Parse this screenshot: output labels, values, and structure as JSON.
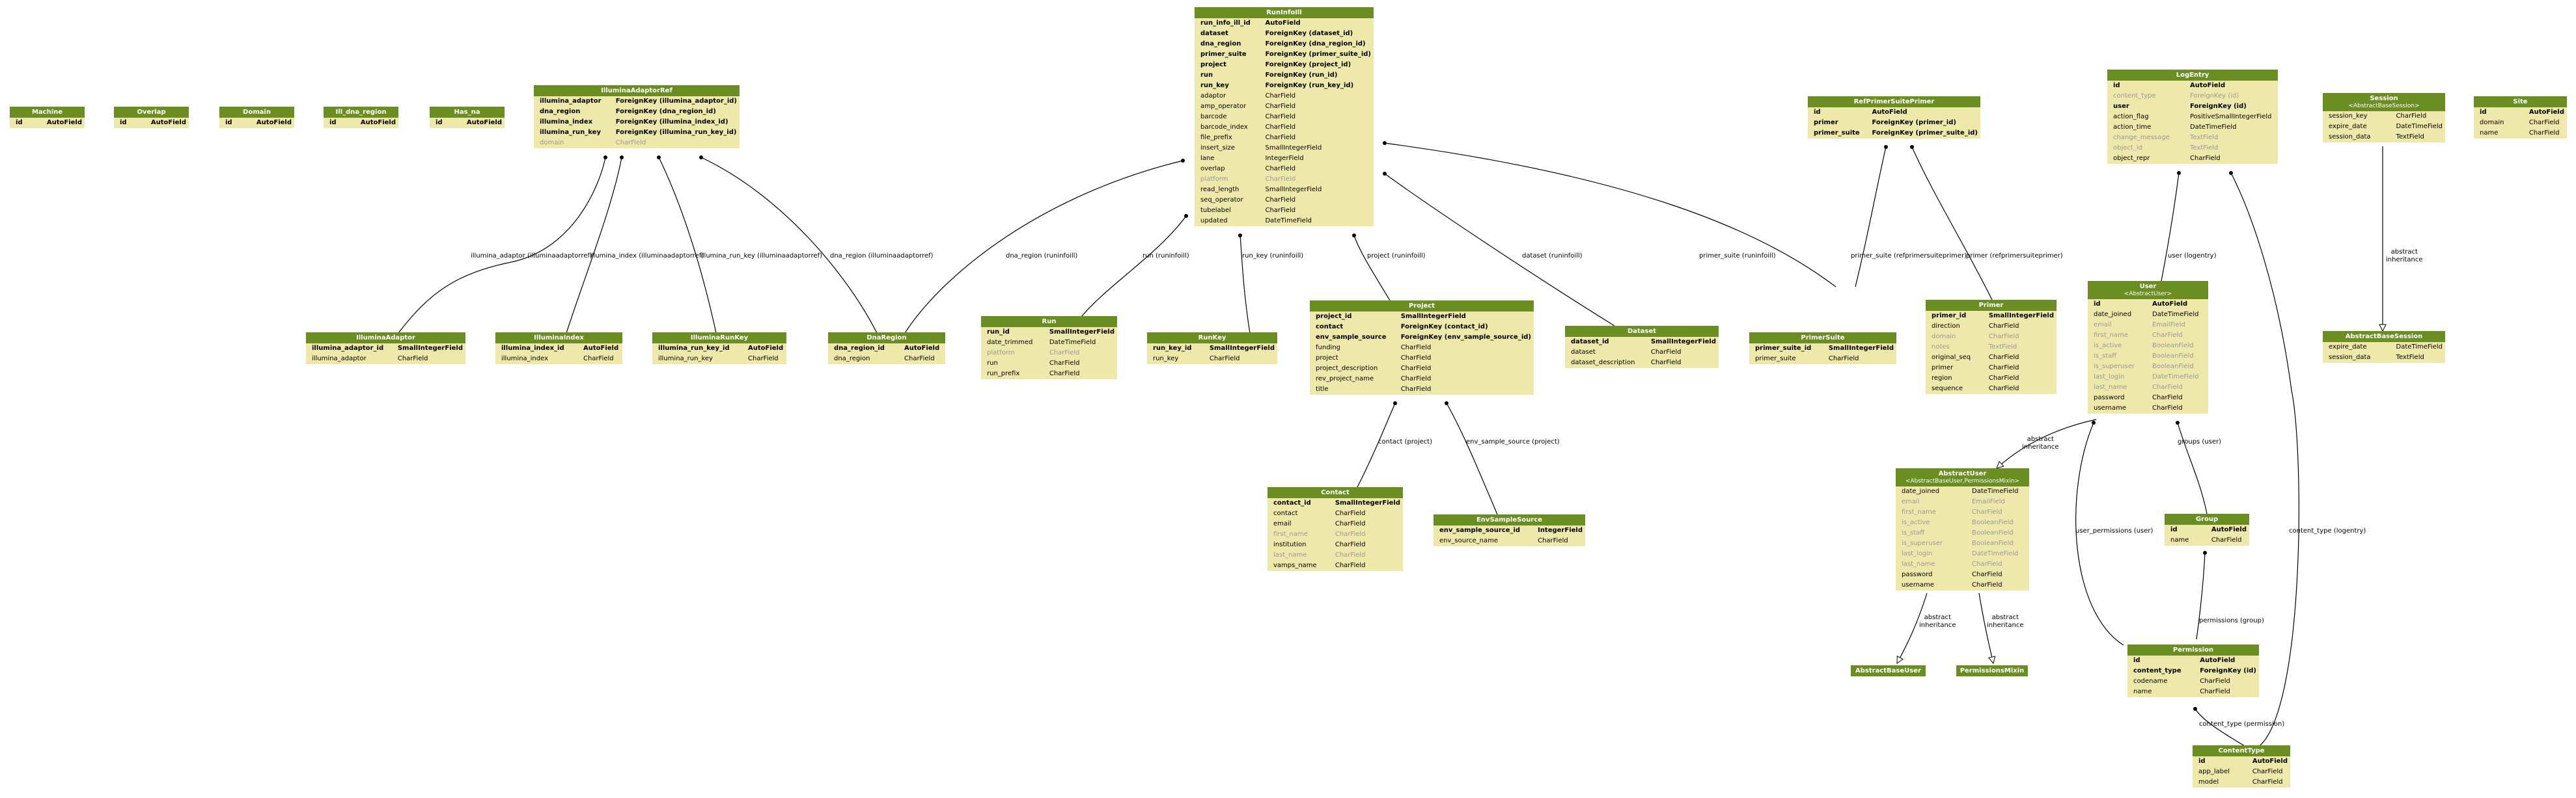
{
  "diagram": {
    "entities": [
      {
        "id": "machine",
        "title": "Machine",
        "fields": [
          {
            "name": "id",
            "type": "AutoField",
            "key": true
          }
        ]
      },
      {
        "id": "overlap",
        "title": "Overlap",
        "fields": [
          {
            "name": "id",
            "type": "AutoField",
            "key": true
          }
        ]
      },
      {
        "id": "domain",
        "title": "Domain",
        "fields": [
          {
            "name": "id",
            "type": "AutoField",
            "key": true
          }
        ]
      },
      {
        "id": "ill_dna_region",
        "title": "Ill_dna_region",
        "fields": [
          {
            "name": "id",
            "type": "AutoField",
            "key": true
          }
        ]
      },
      {
        "id": "has_na",
        "title": "Has_na",
        "fields": [
          {
            "name": "id",
            "type": "AutoField",
            "key": true
          }
        ]
      },
      {
        "id": "illuminaadaptorref",
        "title": "IlluminaAdaptorRef",
        "fields": [
          {
            "name": "illumina_adaptor",
            "type": "ForeignKey (illumina_adaptor_id)",
            "key": true
          },
          {
            "name": "dna_region",
            "type": "ForeignKey (dna_region_id)",
            "key": true
          },
          {
            "name": "illumina_index",
            "type": "ForeignKey (illumina_index_id)",
            "key": true
          },
          {
            "name": "illumina_run_key",
            "type": "ForeignKey (illumina_run_key_id)",
            "key": true
          },
          {
            "name": "domain",
            "type": "CharField",
            "inh": true
          }
        ]
      },
      {
        "id": "runinfoill",
        "title": "RunInfoIll",
        "fields": [
          {
            "name": "run_info_ill_id",
            "type": "AutoField",
            "key": true
          },
          {
            "name": "dataset",
            "type": "ForeignKey (dataset_id)",
            "key": true
          },
          {
            "name": "dna_region",
            "type": "ForeignKey (dna_region_id)",
            "key": true
          },
          {
            "name": "primer_suite",
            "type": "ForeignKey (primer_suite_id)",
            "key": true
          },
          {
            "name": "project",
            "type": "ForeignKey (project_id)",
            "key": true
          },
          {
            "name": "run",
            "type": "ForeignKey (run_id)",
            "key": true
          },
          {
            "name": "run_key",
            "type": "ForeignKey (run_key_id)",
            "key": true
          },
          {
            "name": "adaptor",
            "type": "CharField"
          },
          {
            "name": "amp_operator",
            "type": "CharField"
          },
          {
            "name": "barcode",
            "type": "CharField"
          },
          {
            "name": "barcode_index",
            "type": "CharField"
          },
          {
            "name": "file_prefix",
            "type": "CharField"
          },
          {
            "name": "insert_size",
            "type": "SmallIntegerField"
          },
          {
            "name": "lane",
            "type": "IntegerField"
          },
          {
            "name": "overlap",
            "type": "CharField"
          },
          {
            "name": "platform",
            "type": "CharField",
            "inh": true
          },
          {
            "name": "read_length",
            "type": "SmallIntegerField"
          },
          {
            "name": "seq_operator",
            "type": "CharField"
          },
          {
            "name": "tubelabel",
            "type": "CharField"
          },
          {
            "name": "updated",
            "type": "DateTimeField"
          }
        ]
      },
      {
        "id": "refprimersuiteprimer",
        "title": "RefPrimerSuitePrimer",
        "fields": [
          {
            "name": "id",
            "type": "AutoField",
            "key": true
          },
          {
            "name": "primer",
            "type": "ForeignKey (primer_id)",
            "key": true
          },
          {
            "name": "primer_suite",
            "type": "ForeignKey (primer_suite_id)",
            "key": true
          }
        ]
      },
      {
        "id": "logentry",
        "title": "LogEntry",
        "fields": [
          {
            "name": "id",
            "type": "AutoField",
            "key": true
          },
          {
            "name": "content_type",
            "type": "ForeignKey (id)",
            "inh": true
          },
          {
            "name": "user",
            "type": "ForeignKey (id)",
            "key": true
          },
          {
            "name": "action_flag",
            "type": "PositiveSmallIntegerField"
          },
          {
            "name": "action_time",
            "type": "DateTimeField"
          },
          {
            "name": "change_message",
            "type": "TextField",
            "inh": true
          },
          {
            "name": "object_id",
            "type": "TextField",
            "inh": true
          },
          {
            "name": "object_repr",
            "type": "CharField"
          }
        ]
      },
      {
        "id": "session",
        "title": "Session",
        "sub": "<AbstractBaseSession>",
        "fields": [
          {
            "name": "session_key",
            "type": "CharField"
          },
          {
            "name": "expire_date",
            "type": "DateTimeField"
          },
          {
            "name": "session_data",
            "type": "TextField"
          }
        ]
      },
      {
        "id": "site",
        "title": "Site",
        "fields": [
          {
            "name": "id",
            "type": "AutoField",
            "key": true
          },
          {
            "name": "domain",
            "type": "CharField"
          },
          {
            "name": "name",
            "type": "CharField"
          }
        ]
      },
      {
        "id": "illuminaadaptor",
        "title": "IlluminaAdaptor",
        "fields": [
          {
            "name": "illumina_adaptor_id",
            "type": "SmallIntegerField",
            "key": true
          },
          {
            "name": "illumina_adaptor",
            "type": "CharField"
          }
        ]
      },
      {
        "id": "illuminaindex",
        "title": "IlluminaIndex",
        "fields": [
          {
            "name": "illumina_index_id",
            "type": "AutoField",
            "key": true
          },
          {
            "name": "illumina_index",
            "type": "CharField"
          }
        ]
      },
      {
        "id": "illuminarunkey",
        "title": "IlluminaRunKey",
        "fields": [
          {
            "name": "illumina_run_key_id",
            "type": "AutoField",
            "key": true
          },
          {
            "name": "illumina_run_key",
            "type": "CharField"
          }
        ]
      },
      {
        "id": "dnaregion",
        "title": "DnaRegion",
        "fields": [
          {
            "name": "dna_region_id",
            "type": "AutoField",
            "key": true
          },
          {
            "name": "dna_region",
            "type": "CharField"
          }
        ]
      },
      {
        "id": "run",
        "title": "Run",
        "fields": [
          {
            "name": "run_id",
            "type": "SmallIntegerField",
            "key": true
          },
          {
            "name": "date_trimmed",
            "type": "DateTimeField"
          },
          {
            "name": "platform",
            "type": "CharField",
            "inh": true
          },
          {
            "name": "run",
            "type": "CharField"
          },
          {
            "name": "run_prefix",
            "type": "CharField"
          }
        ]
      },
      {
        "id": "runkey",
        "title": "RunKey",
        "fields": [
          {
            "name": "run_key_id",
            "type": "SmallIntegerField",
            "key": true
          },
          {
            "name": "run_key",
            "type": "CharField"
          }
        ]
      },
      {
        "id": "project",
        "title": "Project",
        "fields": [
          {
            "name": "project_id",
            "type": "SmallIntegerField",
            "key": true
          },
          {
            "name": "contact",
            "type": "ForeignKey (contact_id)",
            "key": true
          },
          {
            "name": "env_sample_source",
            "type": "ForeignKey (env_sample_source_id)",
            "key": true
          },
          {
            "name": "funding",
            "type": "CharField"
          },
          {
            "name": "project",
            "type": "CharField"
          },
          {
            "name": "project_description",
            "type": "CharField"
          },
          {
            "name": "rev_project_name",
            "type": "CharField"
          },
          {
            "name": "title",
            "type": "CharField"
          }
        ]
      },
      {
        "id": "dataset",
        "title": "Dataset",
        "fields": [
          {
            "name": "dataset_id",
            "type": "SmallIntegerField",
            "key": true
          },
          {
            "name": "dataset",
            "type": "CharField"
          },
          {
            "name": "dataset_description",
            "type": "CharField"
          }
        ]
      },
      {
        "id": "primersuite",
        "title": "PrimerSuite",
        "fields": [
          {
            "name": "primer_suite_id",
            "type": "SmallIntegerField",
            "key": true
          },
          {
            "name": "primer_suite",
            "type": "CharField"
          }
        ]
      },
      {
        "id": "primer",
        "title": "Primer",
        "fields": [
          {
            "name": "primer_id",
            "type": "SmallIntegerField",
            "key": true
          },
          {
            "name": "direction",
            "type": "CharField"
          },
          {
            "name": "domain",
            "type": "CharField",
            "inh": true
          },
          {
            "name": "notes",
            "type": "TextField",
            "inh": true
          },
          {
            "name": "original_seq",
            "type": "CharField"
          },
          {
            "name": "primer",
            "type": "CharField"
          },
          {
            "name": "region",
            "type": "CharField"
          },
          {
            "name": "sequence",
            "type": "CharField"
          }
        ]
      },
      {
        "id": "user",
        "title": "User",
        "sub": "<AbstractUser>",
        "fields": [
          {
            "name": "id",
            "type": "AutoField",
            "key": true
          },
          {
            "name": "date_joined",
            "type": "DateTimeField"
          },
          {
            "name": "email",
            "type": "EmailField",
            "inh": true
          },
          {
            "name": "first_name",
            "type": "CharField",
            "inh": true
          },
          {
            "name": "is_active",
            "type": "BooleanField",
            "inh": true
          },
          {
            "name": "is_staff",
            "type": "BooleanField",
            "inh": true
          },
          {
            "name": "is_superuser",
            "type": "BooleanField",
            "inh": true
          },
          {
            "name": "last_login",
            "type": "DateTimeField",
            "inh": true
          },
          {
            "name": "last_name",
            "type": "CharField",
            "inh": true
          },
          {
            "name": "password",
            "type": "CharField"
          },
          {
            "name": "username",
            "type": "CharField"
          }
        ]
      },
      {
        "id": "abstractbasesession",
        "title": "AbstractBaseSession",
        "fields": [
          {
            "name": "expire_date",
            "type": "DateTimeField"
          },
          {
            "name": "session_data",
            "type": "TextField"
          }
        ]
      },
      {
        "id": "contact",
        "title": "Contact",
        "fields": [
          {
            "name": "contact_id",
            "type": "SmallIntegerField",
            "key": true
          },
          {
            "name": "contact",
            "type": "CharField"
          },
          {
            "name": "email",
            "type": "CharField"
          },
          {
            "name": "first_name",
            "type": "CharField",
            "inh": true
          },
          {
            "name": "institution",
            "type": "CharField"
          },
          {
            "name": "last_name",
            "type": "CharField",
            "inh": true
          },
          {
            "name": "vamps_name",
            "type": "CharField"
          }
        ]
      },
      {
        "id": "envsamplesource",
        "title": "EnvSampleSource",
        "fields": [
          {
            "name": "env_sample_source_id",
            "type": "IntegerField",
            "key": true
          },
          {
            "name": "env_source_name",
            "type": "CharField"
          }
        ]
      },
      {
        "id": "abstractuser",
        "title": "AbstractUser",
        "sub": "<AbstractBaseUser,PermissionsMixin>",
        "fields": [
          {
            "name": "date_joined",
            "type": "DateTimeField"
          },
          {
            "name": "email",
            "type": "EmailField",
            "inh": true
          },
          {
            "name": "first_name",
            "type": "CharField",
            "inh": true
          },
          {
            "name": "is_active",
            "type": "BooleanField",
            "inh": true
          },
          {
            "name": "is_staff",
            "type": "BooleanField",
            "inh": true
          },
          {
            "name": "is_superuser",
            "type": "BooleanField",
            "inh": true
          },
          {
            "name": "last_login",
            "type": "DateTimeField",
            "inh": true
          },
          {
            "name": "last_name",
            "type": "CharField",
            "inh": true
          },
          {
            "name": "password",
            "type": "CharField"
          },
          {
            "name": "username",
            "type": "CharField"
          }
        ]
      },
      {
        "id": "group",
        "title": "Group",
        "fields": [
          {
            "name": "id",
            "type": "AutoField",
            "key": true
          },
          {
            "name": "name",
            "type": "CharField"
          }
        ]
      },
      {
        "id": "abstractbaseuser",
        "title": "AbstractBaseUser",
        "fields": []
      },
      {
        "id": "permissionsmixin",
        "title": "PermissionsMixin",
        "fields": []
      },
      {
        "id": "permission",
        "title": "Permission",
        "fields": [
          {
            "name": "id",
            "type": "AutoField",
            "key": true
          },
          {
            "name": "content_type",
            "type": "ForeignKey (id)",
            "key": true
          },
          {
            "name": "codename",
            "type": "CharField"
          },
          {
            "name": "name",
            "type": "CharField"
          }
        ]
      },
      {
        "id": "contenttype",
        "title": "ContentType",
        "fields": [
          {
            "name": "id",
            "type": "AutoField",
            "key": true
          },
          {
            "name": "app_label",
            "type": "CharField"
          },
          {
            "name": "model",
            "type": "CharField"
          }
        ]
      }
    ],
    "edge_labels": {
      "adaptor": "illumina_adaptor (illuminaadaptorref)",
      "index": "illumina_index (illuminaadaptorref)",
      "runkey_ill": "illumina_run_key (illuminaadaptorref)",
      "dna_ref": "dna_region (illuminaadaptorref)",
      "dna_run": "dna_region (runinfoill)",
      "run": "run (runinfoill)",
      "run_key": "run_key (runinfoill)",
      "project": "project (runinfoill)",
      "dataset": "dataset (runinfoill)",
      "primer_suite_run": "primer_suite (runinfoill)",
      "primer_suite_ref": "primer_suite (refprimersuiteprimer)",
      "primer_ref": "primer (refprimersuiteprimer)",
      "user_log": "user (logentry)",
      "contact": "contact (project)",
      "env": "env_sample_source (project)",
      "groups": "groups (user)",
      "user_perms": "user_permissions (user)",
      "perm_group": "permissions (group)",
      "ct_perm": "content_type (permission)",
      "ct_log": "content_type (logentry)",
      "inh_session_1": "abstract",
      "inh_session_2": "inheritance",
      "inh_user_1": "abstract",
      "inh_user_2": "inheritance",
      "inh_abu_1": "abstract",
      "inh_abu_2": "inheritance",
      "inh_pm_1": "abstract",
      "inh_pm_2": "inheritance"
    }
  }
}
